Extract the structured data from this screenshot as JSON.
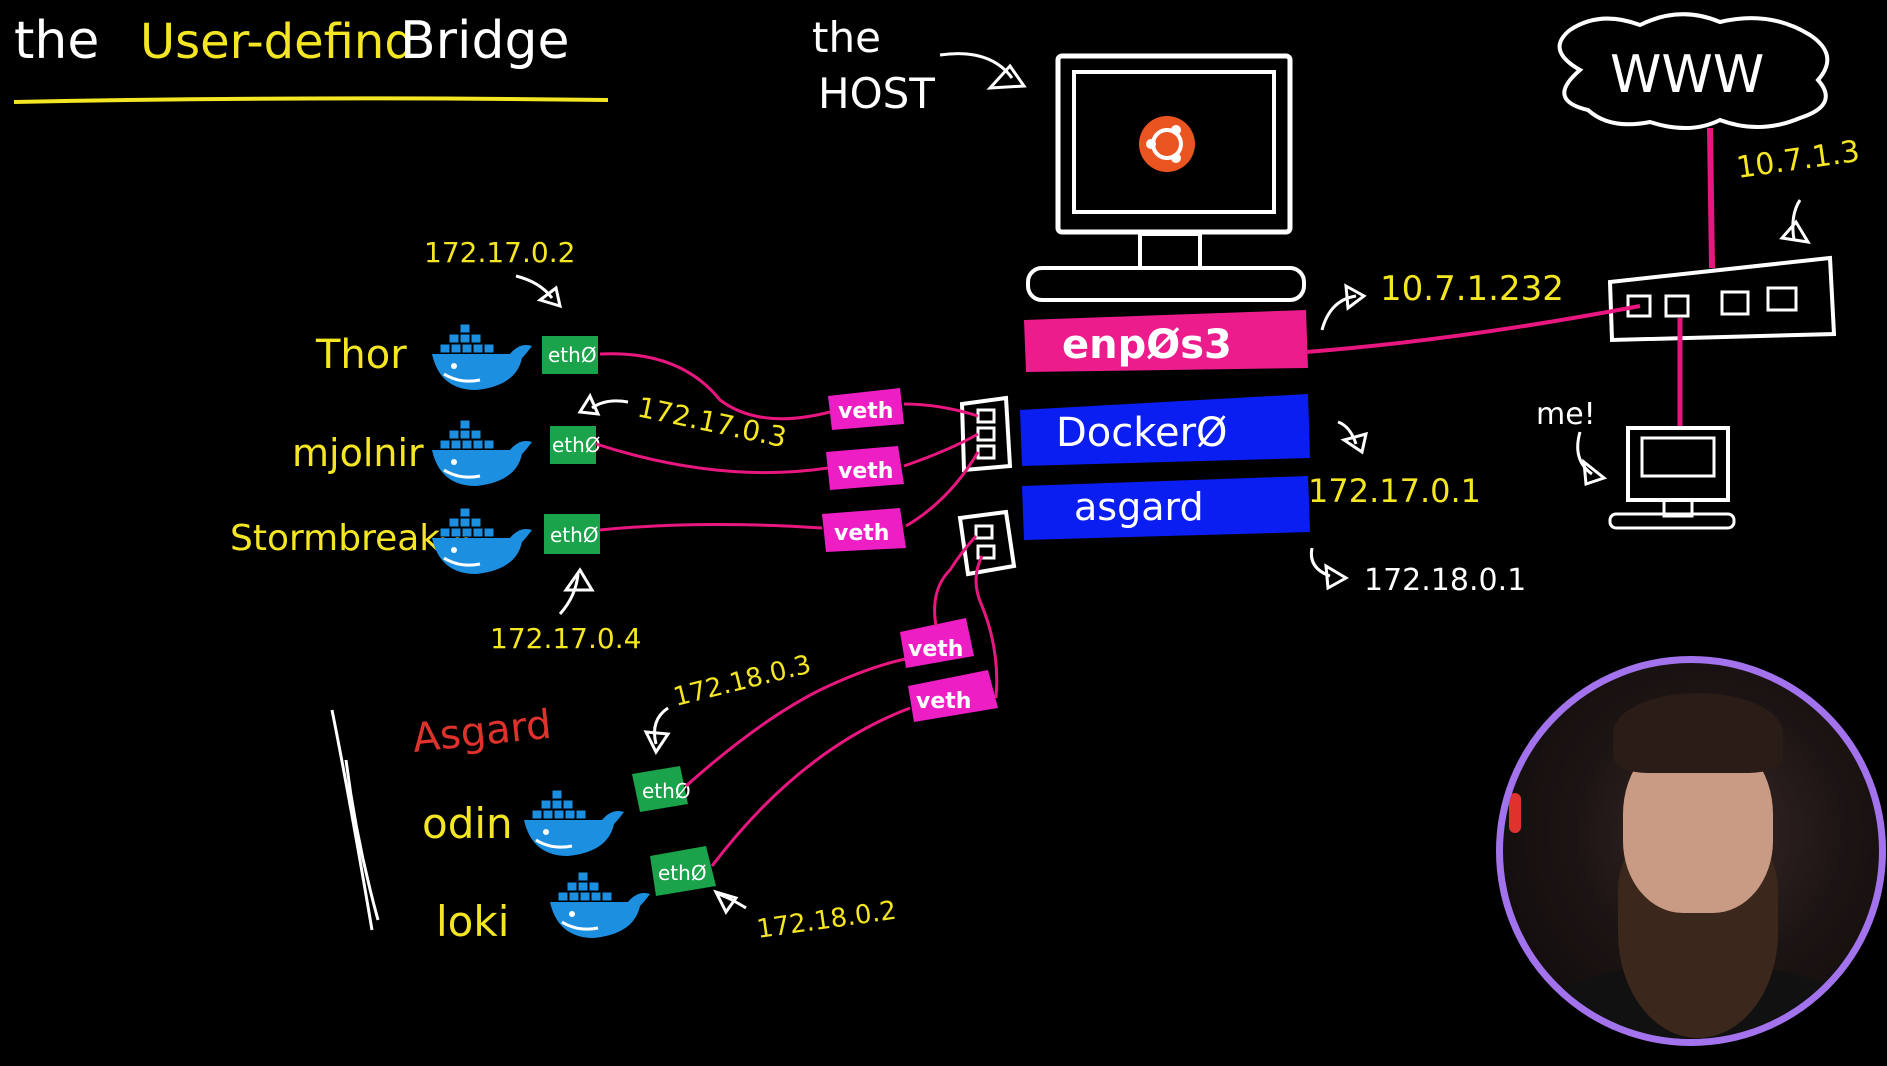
{
  "title": {
    "prefix": "the",
    "highlight": "User-defind",
    "suffix": "Bridge"
  },
  "host": {
    "label_line1": "the",
    "label_line2": "HOST",
    "ubuntu_logo": "ubuntu-logo"
  },
  "internet": {
    "label": "WWW",
    "router_ip": "10.7.1.3"
  },
  "me": {
    "label": "me!"
  },
  "interfaces": {
    "physical": {
      "label": "enpØs3",
      "ip": "10.7.1.232",
      "color": "#ec1c8c"
    },
    "default_bridge": {
      "label": "DockerØ",
      "ip": "172.17.0.1",
      "color": "#0a1ef2"
    },
    "user_bridge": {
      "label": "asgard",
      "ip": "172.18.0.1",
      "color": "#0a1ef2"
    }
  },
  "default_containers": [
    {
      "name": "Thor",
      "iface": "ethØ",
      "ip": "172.17.0.2",
      "veth": "veth"
    },
    {
      "name": "mjolnir",
      "iface": "ethØ",
      "ip": "172.17.0.3",
      "veth": "veth"
    },
    {
      "name": "Stormbreaker",
      "iface": "ethØ",
      "ip": "172.17.0.4",
      "veth": "veth"
    }
  ],
  "asgard_network": {
    "label": "Asgard",
    "containers": [
      {
        "name": "odin",
        "iface": "ethØ",
        "ip": "172.18.0.3",
        "veth": "veth"
      },
      {
        "name": "loki",
        "iface": "ethØ",
        "ip": "172.18.0.2",
        "veth": "veth"
      }
    ]
  },
  "colors": {
    "background": "#000000",
    "chalk_white": "#ffffff",
    "chalk_yellow": "#f5e623",
    "chalk_red": "#e0322c",
    "wire_magenta": "#e8177f",
    "veth_fill": "#ee1ec5",
    "eth_fill": "#1aa34a",
    "docker_blue": "#1d8fe0",
    "webcam_border": "#a373ee"
  }
}
